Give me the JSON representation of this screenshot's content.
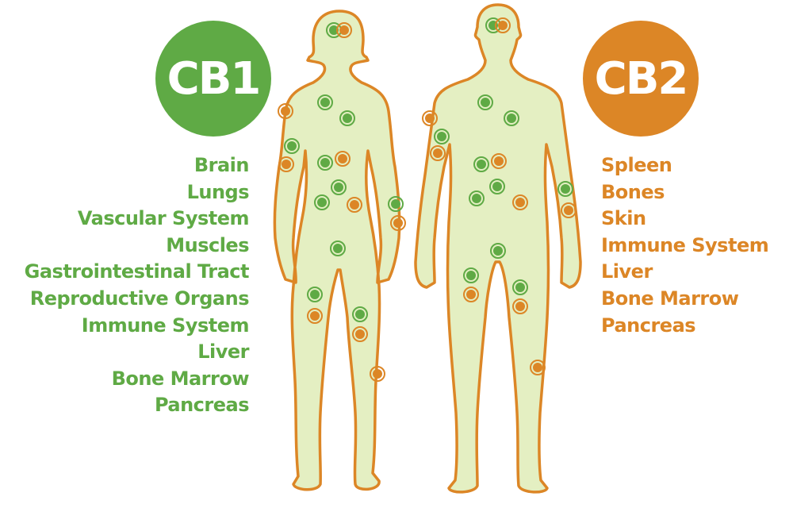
{
  "cb1": {
    "label": "CB1",
    "color": "#5faa45",
    "locations": [
      "Brain",
      "Lungs",
      "Vascular System",
      "Muscles",
      "Gastrointestinal Tract",
      "Reproductive Organs",
      "Immune System",
      "Liver",
      "Bone Marrow",
      "Pancreas"
    ]
  },
  "cb2": {
    "label": "CB2",
    "color": "#dc8626",
    "locations": [
      "Spleen",
      "Bones",
      "Skin",
      "Immune System",
      "Liver",
      "Bone Marrow",
      "Pancreas"
    ]
  },
  "figures": {
    "body_fill": "#e4efc2",
    "outline": "#dc8626",
    "female": "female-figure",
    "male": "male-figure"
  }
}
